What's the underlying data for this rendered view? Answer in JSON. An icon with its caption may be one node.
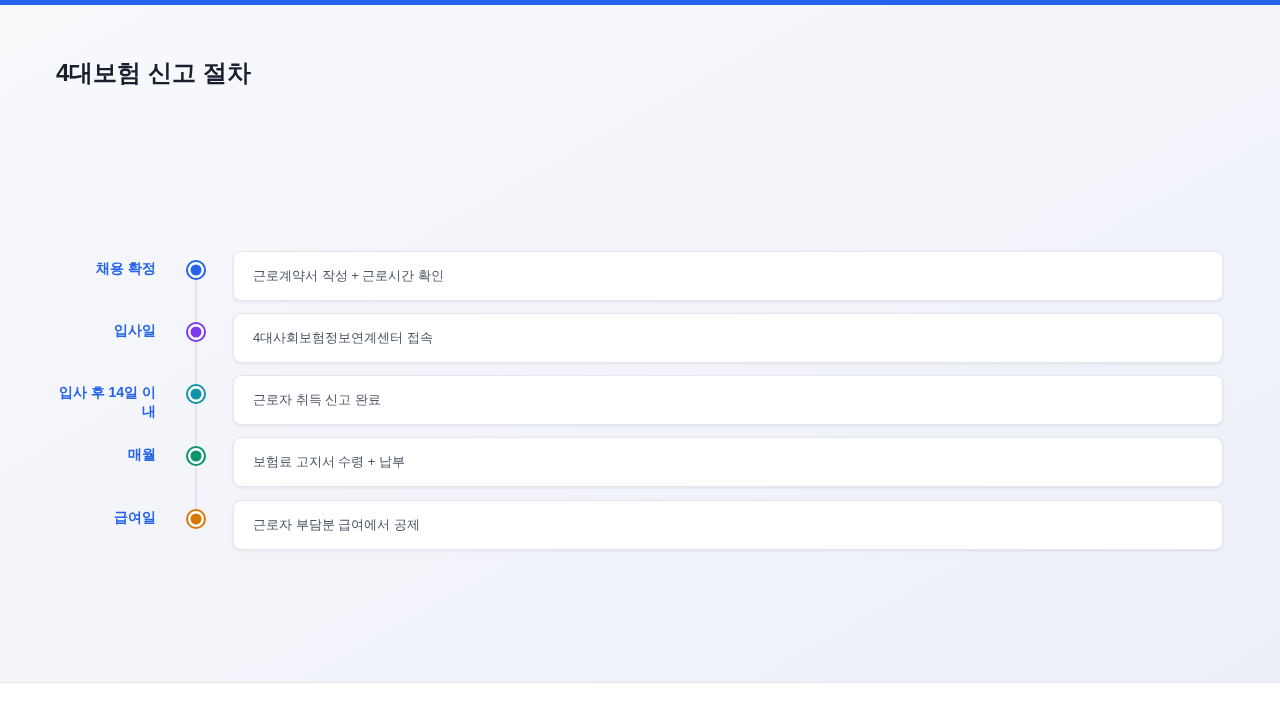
{
  "diagram": {
    "title": "4대보험 신고 절차",
    "nodes": [
      {
        "text": [],
        "shape": "circle",
        "beside": [
          "채용 확정"
        ]
      },
      {
        "text": [
          "근로계약서 작성 + 근로시간 확인"
        ]
      },
      {
        "text": [],
        "shape": "circle",
        "beside": [
          "입사일"
        ]
      },
      {
        "text": [
          "4대사회보험정보연계센터 접속"
        ]
      },
      {
        "text": [],
        "shape": "circle",
        "beside": [
          "입사 후 14일 이내"
        ]
      },
      {
        "text": [
          "근로자 취득 신고 완료"
        ]
      },
      {
        "text": [],
        "shape": "circle",
        "beside": [
          "매월"
        ]
      },
      {
        "text": [
          "보험료 고지서 수령 + 납부"
        ]
      },
      {
        "text": [],
        "shape": "circle",
        "beside": [
          "급여일"
        ]
      },
      {
        "text": [
          "근로자 부담분 급여에서 공제"
        ]
      }
    ],
    "edges": [
      {
        "from": 0,
        "to": 2,
        "arrow": "none"
      },
      {
        "from": 2,
        "to": 4,
        "arrow": "none"
      },
      {
        "from": 4,
        "to": 6,
        "arrow": "none"
      },
      {
        "from": 6,
        "to": 8,
        "arrow": "none"
      }
    ]
  }
}
